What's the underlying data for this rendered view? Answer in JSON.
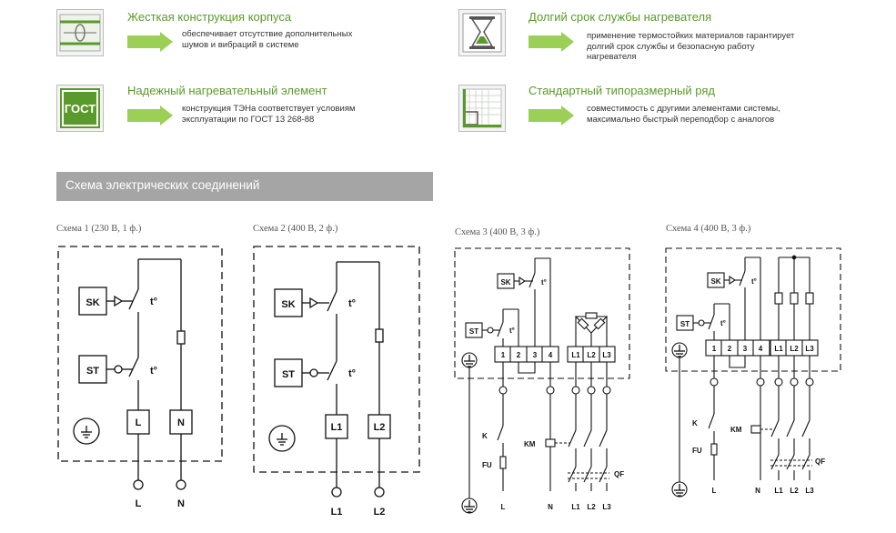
{
  "features": [
    {
      "title": "Жесткая конструкция корпуса",
      "desc": [
        "обеспечивает отсутствие дополнительных",
        "шумов и вибраций в системе"
      ],
      "icon": "chassis-icon"
    },
    {
      "title": "Долгий срок службы нагревателя",
      "desc": [
        "применение термостойких материалов гарантирует",
        "долгий срок службы и безопасную работу",
        "нагревателя"
      ],
      "icon": "hourglass-icon"
    },
    {
      "title": "Надежный нагревательный элемент",
      "desc": [
        "конструкция ТЭНа соответствует условиям",
        "эксплуатации по ГОСТ 13 268-88"
      ],
      "icon": "gost-icon",
      "icon_text": "ГОСТ"
    },
    {
      "title": "Стандартный типоразмерный ряд",
      "desc": [
        "совместимость с другими элементами системы,",
        "максимально быстрый переподбор с аналогов"
      ],
      "icon": "size-range-icon"
    }
  ],
  "section_title": "Схема электрических соединений",
  "schemes": [
    {
      "title": "Схема 1 (230 В, 1 ф.)",
      "sk": "SK",
      "st": "ST",
      "t": "t°",
      "terminals": [
        "L",
        "N"
      ],
      "outputs": [
        "L",
        "N"
      ]
    },
    {
      "title": "Схема 2 (400 В, 2 ф.)",
      "sk": "SK",
      "st": "ST",
      "t": "t°",
      "terminals": [
        "L1",
        "L2"
      ],
      "outputs": [
        "L1",
        "L2"
      ]
    },
    {
      "title": "Схема 3 (400 В, 3 ф.)",
      "sk": "SK",
      "st": "ST",
      "t": "t°",
      "terminals": [
        "1",
        "2",
        "3",
        "4",
        "L1",
        "L2",
        "L3"
      ],
      "labels": {
        "k": "K",
        "fu": "FU",
        "km": "KM",
        "qf": "QF"
      },
      "outputs": [
        "L",
        "N",
        "L1",
        "L2",
        "L3"
      ]
    },
    {
      "title": "Схема 4 (400 В, 3 ф.)",
      "sk": "SK",
      "st": "ST",
      "t": "t°",
      "terminals": [
        "1",
        "2",
        "3",
        "4",
        "L1",
        "L2",
        "L3"
      ],
      "labels": {
        "k": "K",
        "fu": "FU",
        "km": "KM",
        "qf": "QF"
      },
      "outputs": [
        "L",
        "N",
        "L1",
        "L2",
        "L3"
      ]
    }
  ],
  "colors": {
    "accent": "#5a9a2a",
    "arrow": "#8cc63f",
    "bar": "#a5a5a5"
  }
}
